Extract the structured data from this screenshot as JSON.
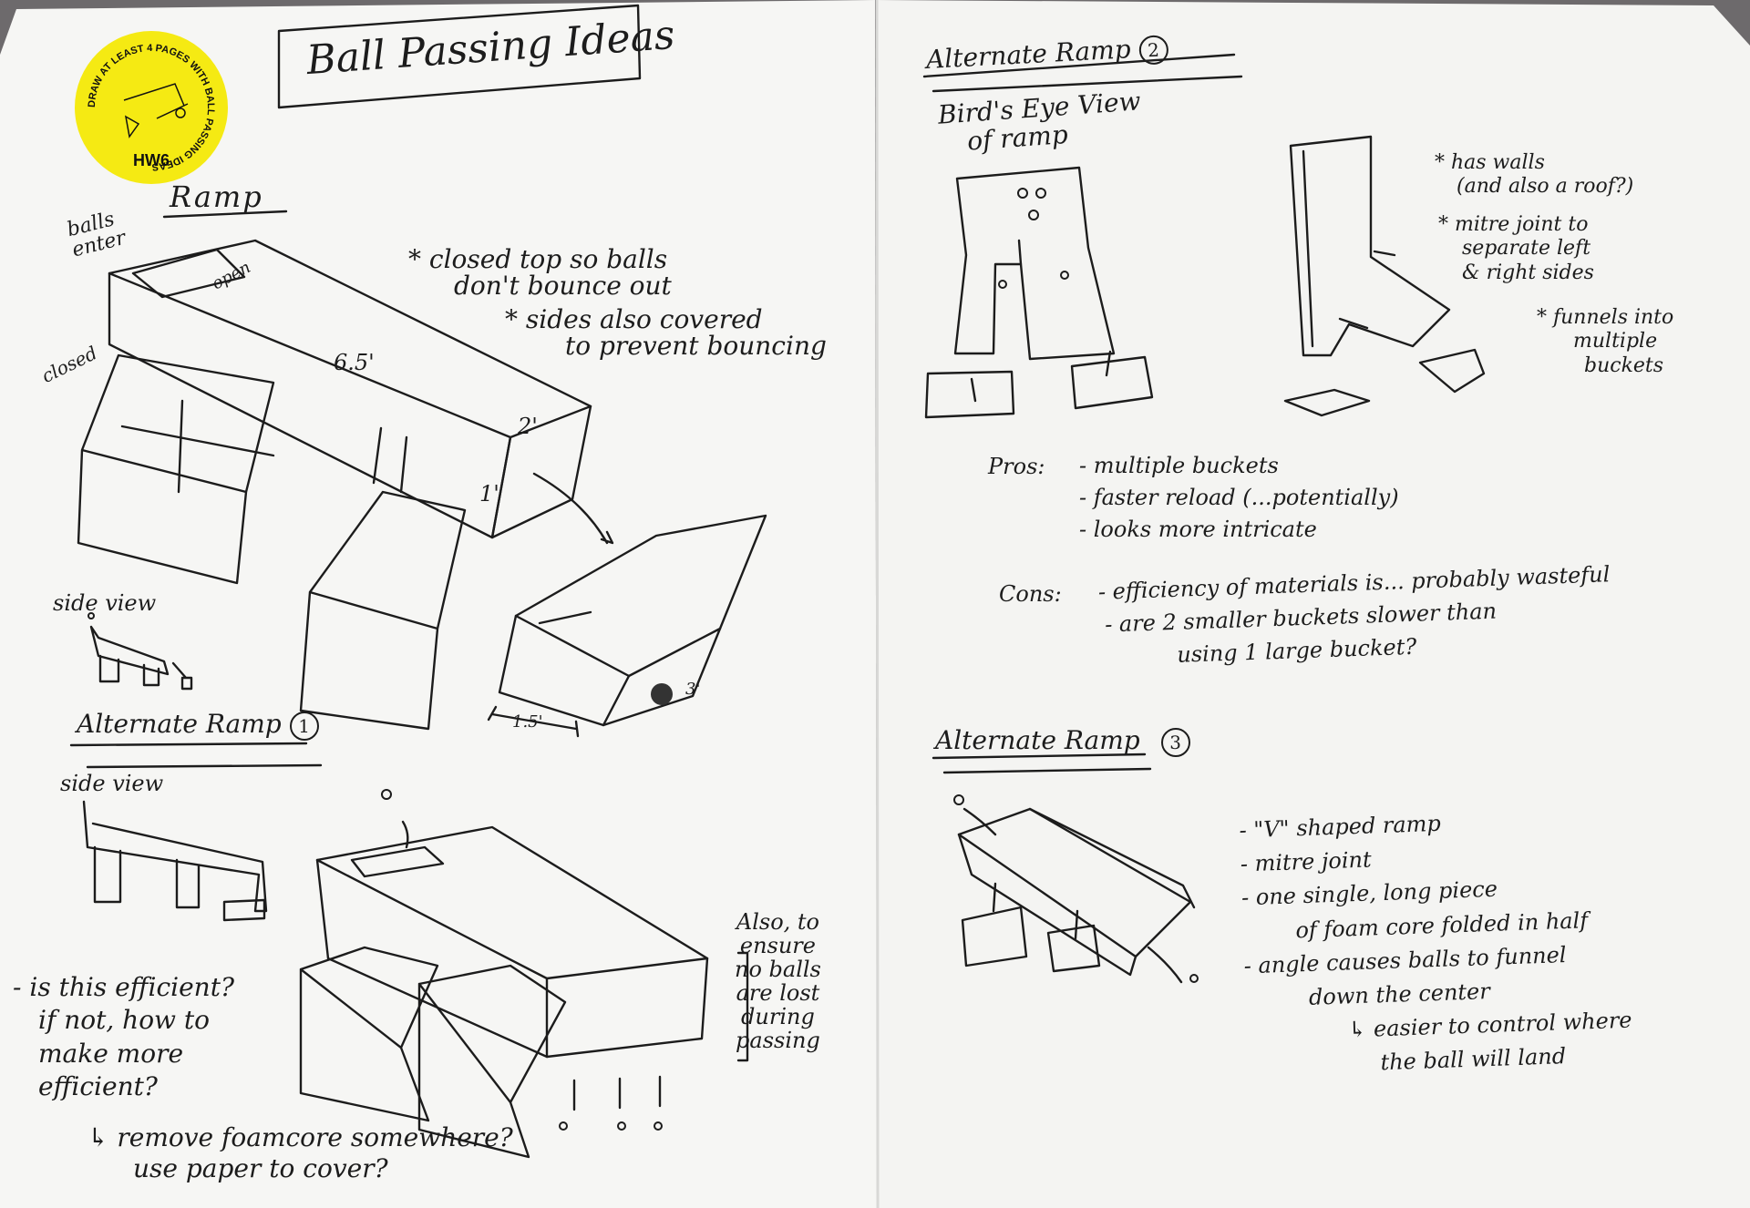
{
  "sticker": {
    "ring_text": "DRAW AT LEAST 4 PAGES WITH BALL PASSING IDEAS",
    "label": "HW6",
    "color": "#f5ea13"
  },
  "left_page": {
    "title": "Ball Passing Ideas",
    "ramp": {
      "heading": "Ramp",
      "labels": {
        "balls_enter": [
          "balls",
          "enter"
        ],
        "open": "open",
        "closed": "closed",
        "length": "6.5'",
        "width": "2'",
        "height": "1'",
        "bucket_width": "1.5'",
        "bucket_length": "3'",
        "side_view": "side view"
      },
      "notes": [
        [
          "* closed top so balls",
          "don't bounce out"
        ],
        [
          "* sides also covered",
          "to prevent bouncing"
        ]
      ]
    },
    "alt1": {
      "heading": "Alternate Ramp",
      "number": "1",
      "side_view": "side view",
      "bracket_note": [
        "Also, to",
        "ensure",
        "no balls",
        "are lost",
        "during",
        "passing"
      ],
      "questions": [
        "- is this efficient?",
        "if not, how to",
        "make more",
        "efficient?"
      ],
      "answer": [
        "↳ remove foamcore somewhere?",
        "use paper to cover?"
      ]
    }
  },
  "right_page": {
    "alt2": {
      "heading": "Alternate Ramp",
      "number": "2",
      "birds_eye": [
        "Bird's Eye View",
        "of ramp"
      ],
      "notes": [
        [
          "* has walls",
          "(and also a roof?)"
        ],
        [
          "* mitre joint to",
          "separate left",
          "& right sides"
        ],
        [
          "* funnels into",
          "multiple",
          "buckets"
        ]
      ],
      "pros_label": "Pros:",
      "pros": [
        "- multiple buckets",
        "- faster reload (...potentially)",
        "- looks more intricate"
      ],
      "cons_label": "Cons:",
      "cons": [
        "- efficiency of materials is... probably wasteful",
        "- are 2 smaller buckets slower than",
        "using 1 large bucket?"
      ]
    },
    "alt3": {
      "heading": "Alternate Ramp",
      "number": "3",
      "notes": [
        "- \"V\" shaped ramp",
        "- mitre joint",
        "- one single, long piece",
        "of foam core folded in half",
        "- angle causes balls to funnel",
        "down the center",
        "↳ easier to control where",
        "the ball will land"
      ]
    }
  }
}
